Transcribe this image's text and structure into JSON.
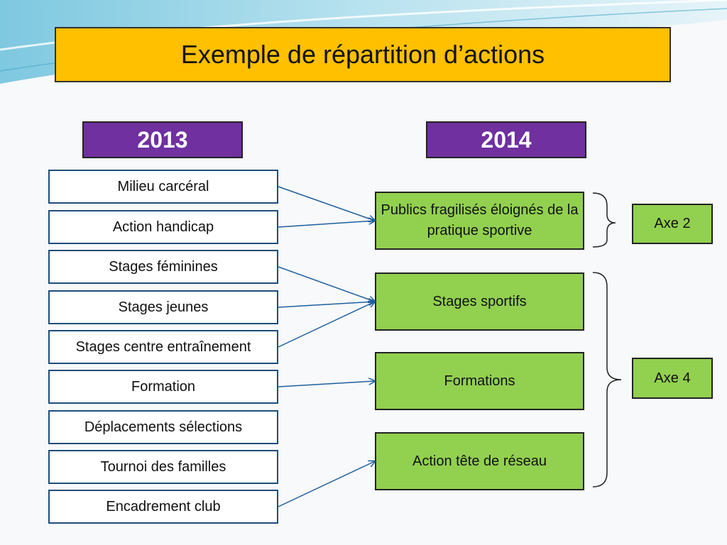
{
  "title": "Exemple de répartition d’actions",
  "years": {
    "left": "2013",
    "right": "2014"
  },
  "actions_2013": [
    "Milieu carcéral",
    "Action handicap",
    "Stages féminines",
    "Stages jeunes",
    "Stages centre entraînement",
    "Formation",
    "Déplacements sélections",
    "Tournoi des familles",
    "Encadrement club"
  ],
  "actions_2014": [
    "Publics fragilisés éloignés de la pratique sportive",
    "Stages sportifs",
    "Formations",
    "Action tête de réseau"
  ],
  "axes": [
    "Axe 2",
    "Axe 4"
  ],
  "links": [
    {
      "from": 0,
      "to": 0
    },
    {
      "from": 1,
      "to": 0
    },
    {
      "from": 2,
      "to": 1
    },
    {
      "from": 3,
      "to": 1
    },
    {
      "from": 4,
      "to": 1
    },
    {
      "from": 5,
      "to": 2
    },
    {
      "from": 8,
      "to": 3
    }
  ],
  "colors": {
    "title_bg": "#ffc000",
    "year_bg": "#7030a0",
    "box_green": "#92d050",
    "item_border": "#1f4e79",
    "arrow": "#1f5f9f"
  }
}
